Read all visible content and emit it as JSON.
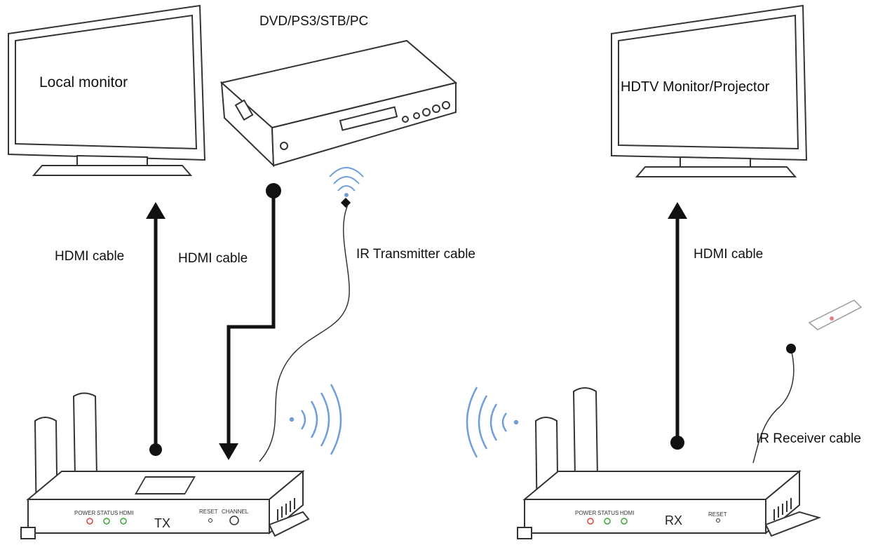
{
  "devices": {
    "local_monitor": "Local monitor",
    "source": "DVD/PS3/STB/PC",
    "hdtv": "HDTV Monitor/Projector",
    "tx": {
      "name": "TX",
      "leds": [
        "POWER",
        "STATUS",
        "HDMI"
      ],
      "buttons": [
        "RESET",
        "CHANNEL"
      ]
    },
    "rx": {
      "name": "RX",
      "leds": [
        "POWER",
        "STATUS",
        "HDMI"
      ],
      "buttons": [
        "RESET"
      ]
    }
  },
  "cables": {
    "tx_out": "HDMI cable",
    "source_in": "HDMI cable",
    "ir_tx": "IR Transmitter cable",
    "rx_out": "HDMI cable",
    "ir_rx": "IR Receiver cable"
  },
  "colors": {
    "line": "#111111",
    "outline": "#333333",
    "wave": "#6f9fd8",
    "led_power": "#e04040",
    "led_ok": "#3aa83a"
  }
}
